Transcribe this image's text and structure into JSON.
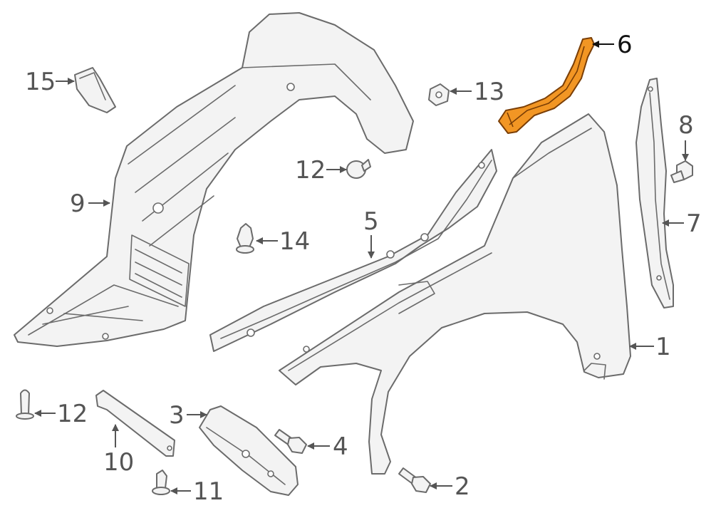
{
  "colors": {
    "outline": "#6b6b6b",
    "part_fill": "#f3f3f3",
    "callout": "#555555",
    "highlight": "#f29624",
    "highlight_callout": "#111111"
  },
  "callouts": {
    "c1": "1",
    "c2": "2",
    "c3": "3",
    "c4": "4",
    "c5": "5",
    "c6": "6",
    "c7": "7",
    "c8": "8",
    "c9": "9",
    "c10": "10",
    "c11": "11",
    "c12a": "12",
    "c12b": "12",
    "c13": "13",
    "c14": "14",
    "c15": "15"
  },
  "highlighted_part": "6"
}
